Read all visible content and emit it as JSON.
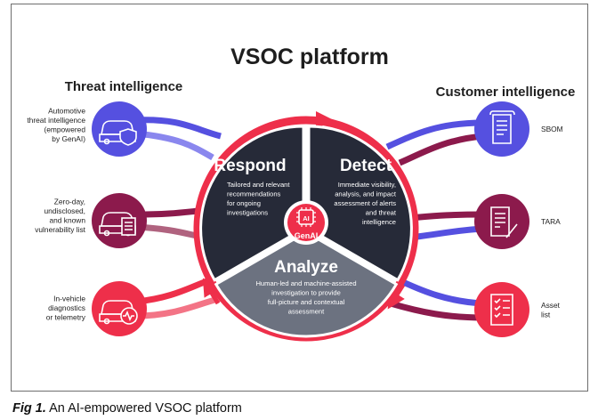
{
  "title": "VSOC platform",
  "left_heading": "Threat intelligence",
  "right_heading": "Customer intelligence",
  "left_inputs": [
    {
      "lines": [
        "Automotive",
        "threat intelligence",
        "(empowered",
        "by GenAI)"
      ],
      "icon": "car-shield-icon",
      "color": "#5550e0"
    },
    {
      "lines": [
        "Zero-day,",
        "undisclosed,",
        "and known",
        "vulnerability list"
      ],
      "icon": "car-list-icon",
      "color": "#8c1a4c"
    },
    {
      "lines": [
        "In-vehicle",
        "diagnostics",
        "or telemetry"
      ],
      "icon": "car-pulse-icon",
      "color": "#ee2f4a"
    }
  ],
  "right_inputs": [
    {
      "lines": [
        "SBOM"
      ],
      "icon": "scroll-document-icon",
      "color": "#5550e0"
    },
    {
      "lines": [
        "TARA"
      ],
      "icon": "document-pen-icon",
      "color": "#8c1a4c"
    },
    {
      "lines": [
        "Asset",
        "list"
      ],
      "icon": "checklist-icon",
      "color": "#ee2f4a"
    }
  ],
  "segments": {
    "respond": {
      "title": "Respond",
      "lines": [
        "Tailored and relevant",
        "recommendations",
        "for ongoing",
        "investigations"
      ]
    },
    "detect": {
      "title": "Detect",
      "lines": [
        "Immediate visibility,",
        "analysis, and impact",
        "assessment of alerts",
        "and threat",
        "intelligence"
      ]
    },
    "analyze": {
      "title": "Analyze",
      "lines": [
        "Human-led and machine-assisted",
        "investigation to provide",
        "full-picture and contextual",
        "assessment"
      ]
    }
  },
  "center": {
    "label": "GenAI",
    "chip_text": "AI"
  },
  "caption": {
    "fig_label": "Fig 1.",
    "text": " An AI-empowered VSOC platform"
  },
  "colors": {
    "dark_segment": "#262a38",
    "grey_segment": "#6c7280",
    "ring_red": "#ee2f4a",
    "blue": "#5550e0",
    "maroon": "#8c1a4c"
  }
}
